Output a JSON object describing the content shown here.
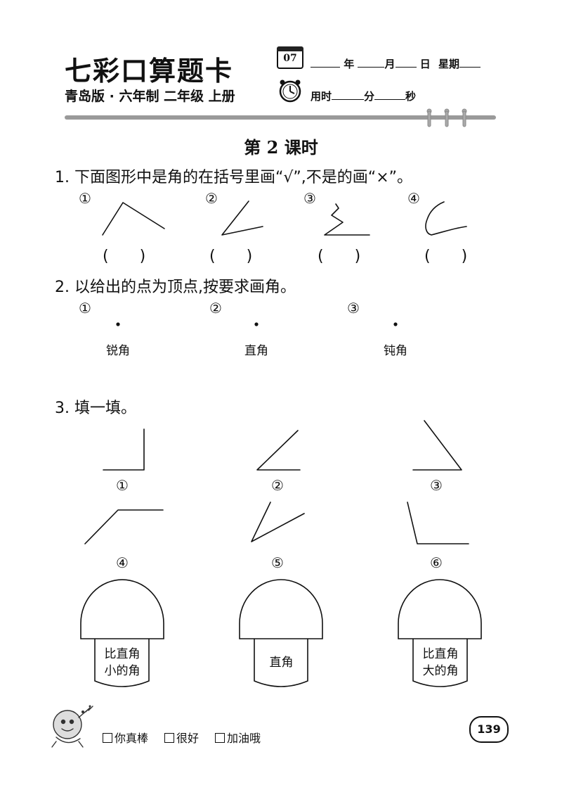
{
  "header": {
    "brand_title": "七彩口算题卡",
    "subtitle": "青岛版 · 六年制 二年级 上册",
    "calendar_day": "07",
    "date_year_label": "年",
    "date_month_label": "月",
    "date_day_label": "日",
    "date_week_label": "星期",
    "time_used_label": "用时",
    "minutes_label": "分",
    "seconds_label": "秒"
  },
  "lesson_title": "第 2 课时",
  "q1": {
    "prompt": "1. 下面图形中是角的在括号里画“√”,不是的画“×”。",
    "items": [
      {
        "num": "①",
        "answer": "(　　)"
      },
      {
        "num": "②",
        "answer": "(　　)"
      },
      {
        "num": "③",
        "answer": "(　　)"
      },
      {
        "num": "④",
        "answer": "(　　)"
      }
    ]
  },
  "q2": {
    "prompt": "2. 以给出的点为顶点,按要求画角。",
    "items": [
      {
        "num": "①",
        "label": "锐角"
      },
      {
        "num": "②",
        "label": "直角"
      },
      {
        "num": "③",
        "label": "钝角"
      }
    ]
  },
  "q3": {
    "prompt": "3. 填一填。",
    "shape_labels": [
      "①",
      "②",
      "③",
      "④",
      "⑤",
      "⑥"
    ],
    "mushrooms": [
      {
        "line1": "比直角",
        "line2": "小的角"
      },
      {
        "line1": "直角",
        "line2": ""
      },
      {
        "line1": "比直角",
        "line2": "大的角"
      }
    ]
  },
  "footer": {
    "options": [
      "你真棒",
      "很好",
      "加油哦"
    ],
    "page_number": "139"
  }
}
